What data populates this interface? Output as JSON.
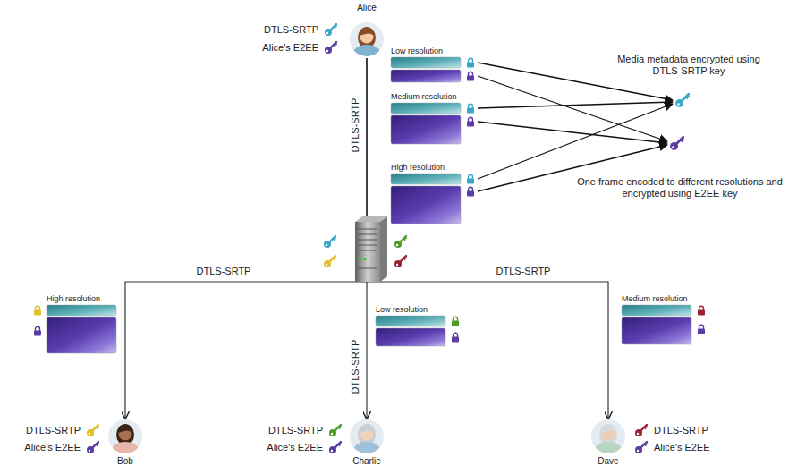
{
  "diagram": {
    "nodes": [
      {
        "text": [
          "Alice"
        ]
      },
      {
        "text": [
          "Low resolution"
        ]
      },
      {
        "text": [
          "Medium resolution"
        ]
      },
      {
        "text": [
          "High resolution"
        ]
      },
      {
        "text": [
          "High resolution"
        ]
      },
      {
        "text": [
          "Low resolution"
        ]
      },
      {
        "text": [
          "Medium resolution"
        ]
      },
      {
        "text": [
          "Bob"
        ]
      },
      {
        "text": [
          "Charlie"
        ]
      },
      {
        "text": [
          "Dave"
        ]
      }
    ],
    "edges": [
      {
        "from": 0,
        "to": 7,
        "arrow": "to",
        "label": "DTLS-SRTP"
      },
      {
        "from": 0,
        "to": 8,
        "arrow": "to",
        "label": "DTLS-SRTP"
      },
      {
        "from": 0,
        "to": 9,
        "arrow": "to",
        "label": "DTLS-SRTP"
      }
    ],
    "labels": [
      "DTLS-SRTP",
      "Alice's E2EE",
      "Media metadata encrypted using DTLS-SRTP key",
      "One frame encoded to different resolutions and encrypted using E2EE key",
      "DTLS-SRTP",
      "DTLS-SRTP",
      "Alice's E2EE",
      "DTLS-SRTP",
      "Alice's E2EE",
      "DTLS-SRTP",
      "Alice's E2EE"
    ]
  }
}
